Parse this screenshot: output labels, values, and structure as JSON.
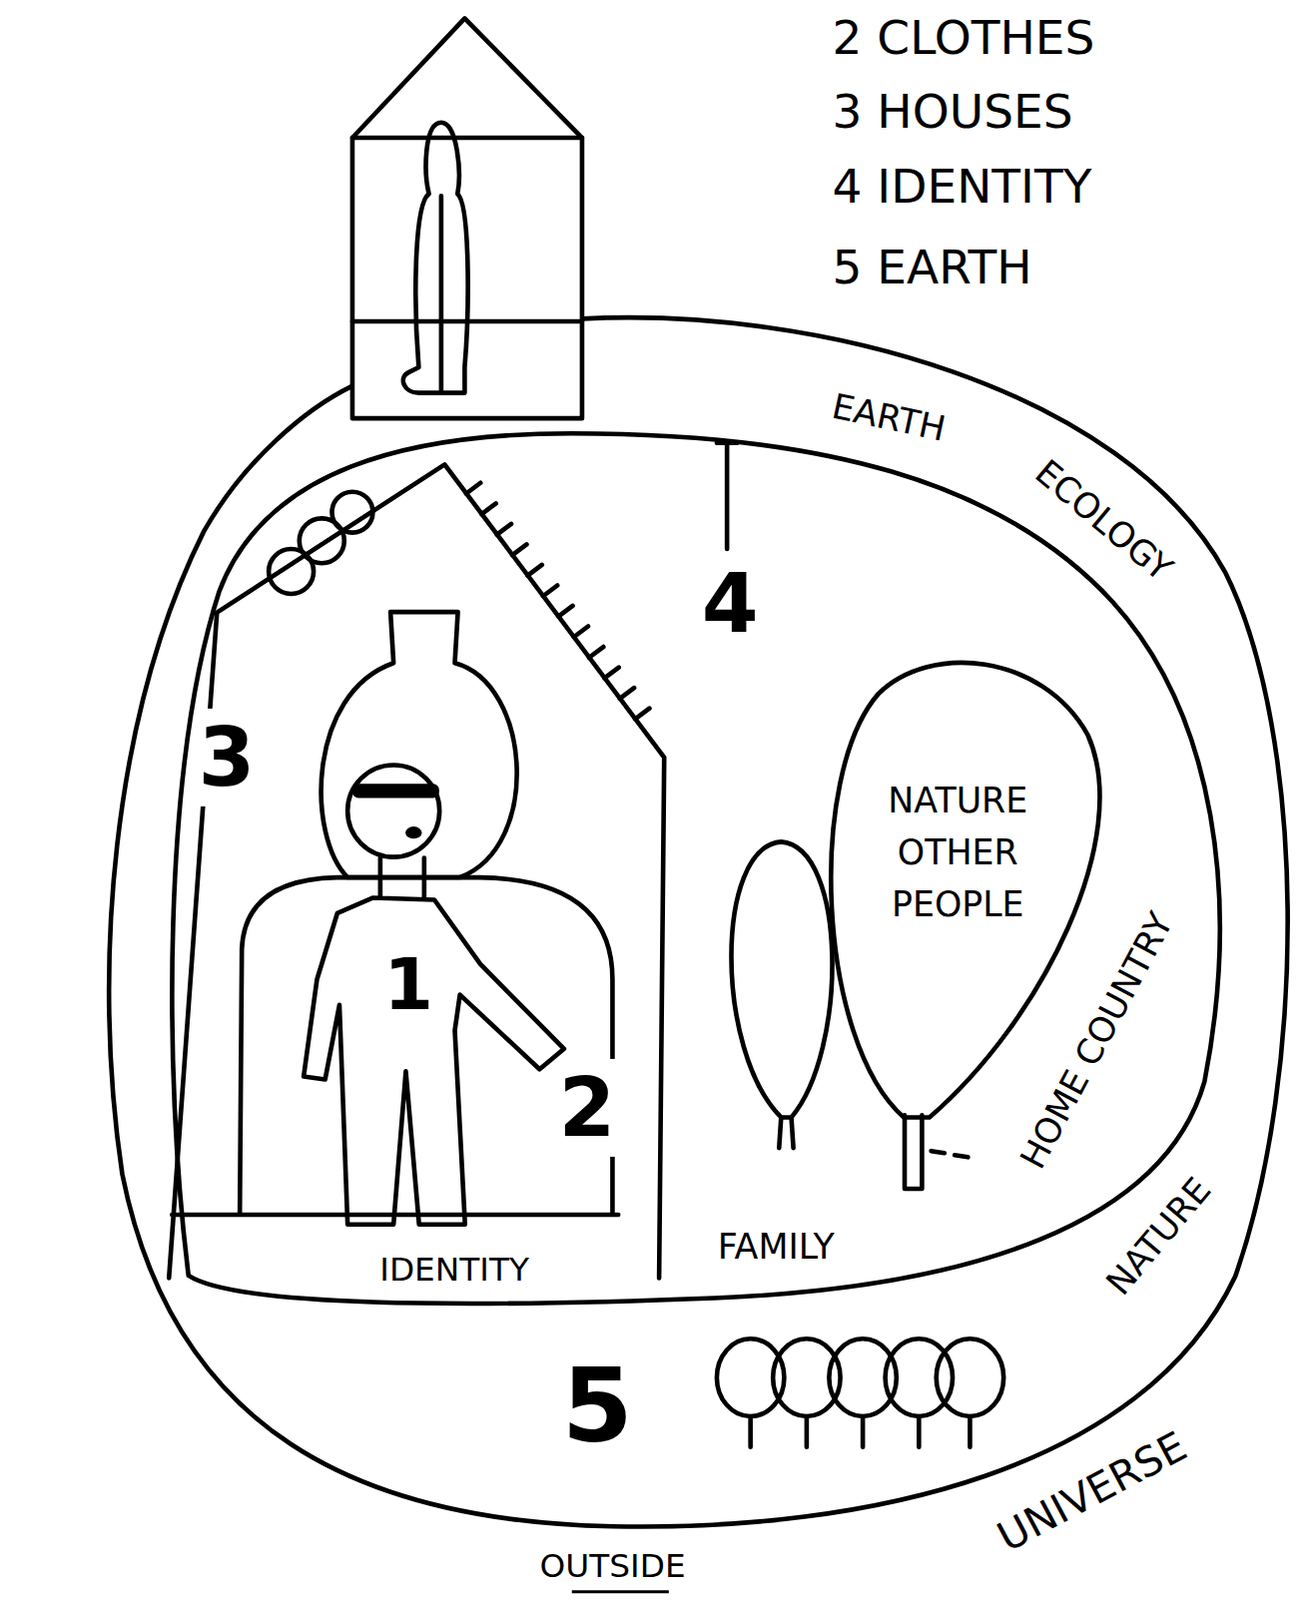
{
  "diagram": {
    "nodes": [
      {
        "text": [
          "EARTH",
          "ECOLOGY",
          "NATURE",
          "5"
        ]
      },
      {
        "text": [
          "4",
          "FAMILY",
          "HOME COUNTRY"
        ],
        "in": 0
      },
      {
        "text": [
          "3",
          "IDENTITY"
        ],
        "in": 1
      },
      {
        "text": [
          "2"
        ],
        "in": 2
      },
      {
        "text": [
          "1"
        ],
        "in": 3
      },
      {
        "text": [
          "NATURE OTHER PEOPLE"
        ],
        "in": 1
      }
    ],
    "labels": [
      "2 CLOTHES",
      "3 HOUSES",
      "4 IDENTITY",
      "5 EARTH",
      "UNIVERSE",
      "OUTSIDE"
    ]
  }
}
